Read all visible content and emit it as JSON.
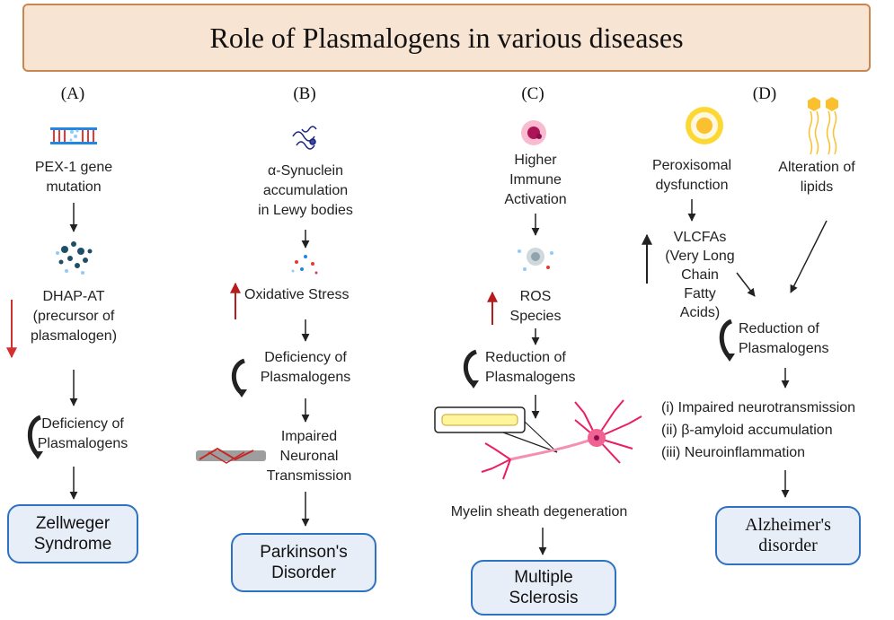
{
  "title": "Role of Plasmalogens in various diseases",
  "colors": {
    "title_bg": "#f8e4d2",
    "title_border": "#c9874f",
    "outcome_bg": "#e8eef8",
    "outcome_border": "#2e72c2",
    "up_arrow": "#b71c1c",
    "down_arrow": "#d32f2f"
  },
  "col_a": {
    "label": "(A)",
    "step1": [
      "PEX-1 gene",
      "mutation"
    ],
    "step2": [
      "DHAP-AT",
      "(precursor of",
      "plasmalogen)"
    ],
    "step3": [
      "Deficiency of",
      "Plasmalogens"
    ],
    "outcome": [
      "Zellweger",
      "Syndrome"
    ]
  },
  "col_b": {
    "label": "(B)",
    "step1": [
      "α-Synuclein",
      "accumulation",
      "in Lewy bodies"
    ],
    "step2": "Oxidative Stress",
    "step3": [
      "Deficiency of",
      "Plasmalogens"
    ],
    "step4": [
      "Impaired",
      "Neuronal",
      "Transmission"
    ],
    "outcome": [
      "Parkinson's",
      "Disorder"
    ]
  },
  "col_c": {
    "label": "(C)",
    "step1": [
      "Higher",
      "Immune",
      "Activation"
    ],
    "step2": [
      "ROS",
      "Species"
    ],
    "step3": [
      "Reduction of",
      "Plasmalogens"
    ],
    "step4": "Myelin sheath degeneration",
    "outcome": [
      "Multiple",
      "Sclerosis"
    ]
  },
  "col_d": {
    "label": "(D)",
    "step1a": [
      "Peroxisomal",
      "dysfunction"
    ],
    "step1b": [
      "Alteration of",
      "lipids"
    ],
    "step2": [
      "VLCFAs",
      "(Very Long",
      "Chain",
      "Fatty",
      "Acids)"
    ],
    "step3": [
      "Reduction of",
      "Plasmalogens"
    ],
    "effects": [
      "(i) Impaired neurotransmission",
      "(ii) β-amyloid accumulation",
      "(iii) Neuroinflammation"
    ],
    "outcome": [
      "Alzheimer's",
      "disorder"
    ]
  }
}
